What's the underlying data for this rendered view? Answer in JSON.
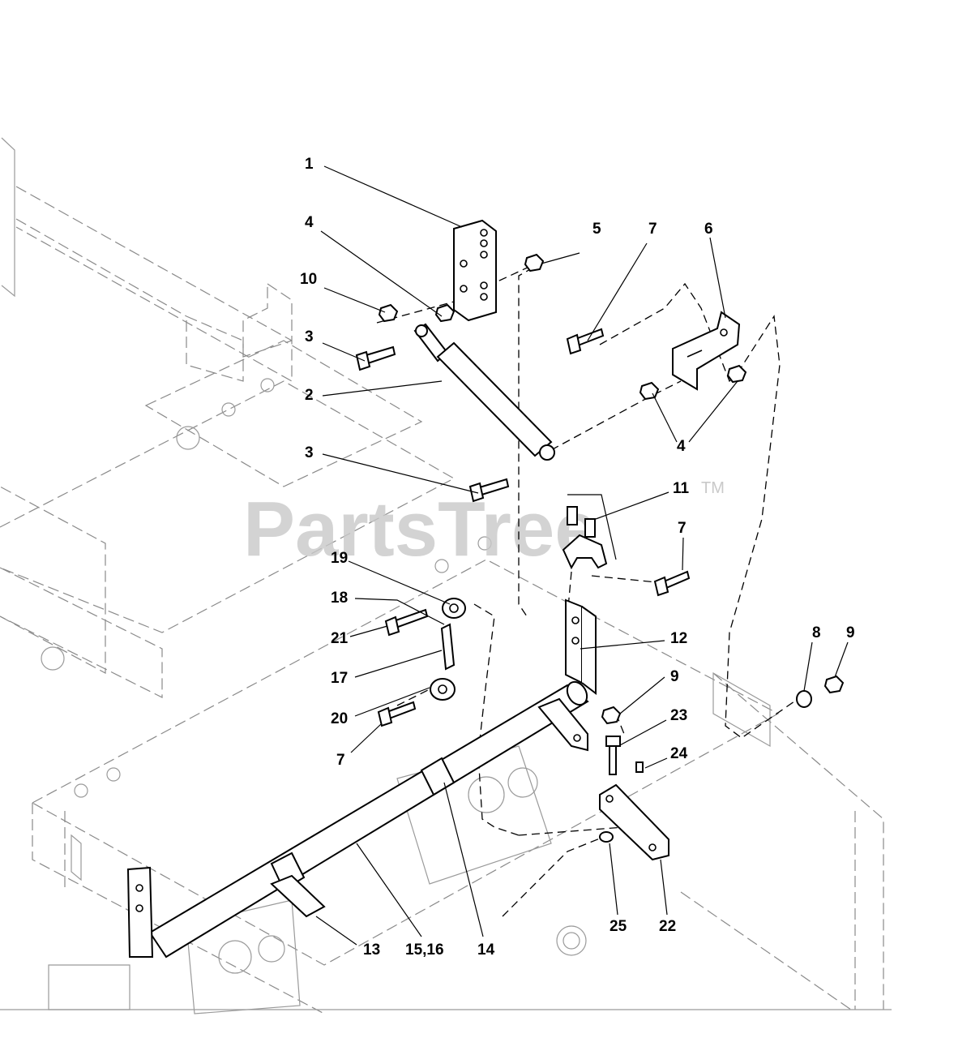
{
  "watermark": {
    "text": "PartsTree",
    "tm": "TM"
  },
  "callouts": {
    "c1": "1",
    "c2": "2",
    "c3a": "3",
    "c3b": "3",
    "c4a": "4",
    "c4b": "4",
    "c5": "5",
    "c6": "6",
    "c7a": "7",
    "c7b": "7",
    "c7c": "7",
    "c8": "8",
    "c9a": "9",
    "c9b": "9",
    "c10": "10",
    "c11": "11",
    "c12": "12",
    "c13": "13",
    "c14": "14",
    "c1516": "15,16",
    "c17": "17",
    "c18": "18",
    "c19": "19",
    "c20": "20",
    "c21": "21",
    "c22": "22",
    "c23": "23",
    "c24": "24",
    "c25": "25"
  }
}
